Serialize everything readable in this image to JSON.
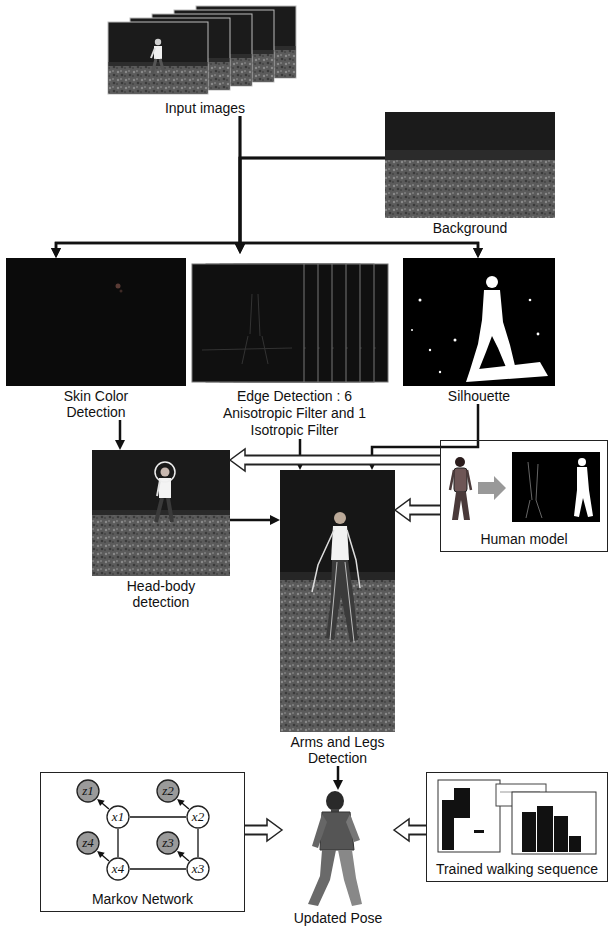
{
  "diagram": {
    "nodes": [
      {
        "text": [
          "Input images"
        ]
      },
      {
        "text": [
          "Background"
        ]
      },
      {
        "text": [
          "Skin Color Detection"
        ]
      },
      {
        "text": [
          "Edge Detection : 6 Anisotropic Filter and 1 Isotropic Filter"
        ]
      },
      {
        "text": [
          "Silhouette"
        ]
      },
      {
        "text": [
          "Human model"
        ]
      },
      {
        "text": [
          "Head-body detection"
        ]
      },
      {
        "text": [
          "Arms and Legs Detection"
        ]
      },
      {
        "text": [
          "Markov Network"
        ]
      },
      {
        "text": [
          "z1"
        ],
        "in": 8
      },
      {
        "text": [
          "z2"
        ],
        "in": 8
      },
      {
        "text": [
          "x1"
        ],
        "in": 8
      },
      {
        "text": [
          "x2"
        ],
        "in": 8
      },
      {
        "text": [
          "z4"
        ],
        "in": 8
      },
      {
        "text": [
          "z3"
        ],
        "in": 8
      },
      {
        "text": [
          "x4"
        ],
        "in": 8
      },
      {
        "text": [
          "x3"
        ],
        "in": 8
      },
      {
        "text": [
          "Trained walking sequence"
        ]
      },
      {
        "text": [
          "Updated Pose"
        ]
      }
    ],
    "edges": [
      {
        "from": 0,
        "to": 2,
        "arrow": "to"
      },
      {
        "from": 0,
        "to": 3,
        "arrow": "to"
      },
      {
        "from": 0,
        "to": 4,
        "arrow": "to"
      },
      {
        "from": 1,
        "to": 2,
        "arrow": "to"
      },
      {
        "from": 1,
        "to": 3,
        "arrow": "to"
      },
      {
        "from": 1,
        "to": 4,
        "arrow": "to"
      },
      {
        "from": 2,
        "to": 6,
        "arrow": "to"
      },
      {
        "from": 3,
        "to": 7,
        "arrow": "to"
      },
      {
        "from": 4,
        "to": 7,
        "arrow": "to"
      },
      {
        "from": 6,
        "to": 7,
        "arrow": "to"
      },
      {
        "from": 5,
        "to": 6,
        "arrow": "to"
      },
      {
        "from": 5,
        "to": 7,
        "arrow": "to"
      },
      {
        "from": 7,
        "to": 18,
        "arrow": "to"
      },
      {
        "from": 8,
        "to": 18,
        "arrow": "to"
      },
      {
        "from": 17,
        "to": 18,
        "arrow": "to"
      },
      {
        "from": 11,
        "to": 9,
        "arrow": "to"
      },
      {
        "from": 12,
        "to": 10,
        "arrow": "to"
      },
      {
        "from": 15,
        "to": 13,
        "arrow": "to"
      },
      {
        "from": 16,
        "to": 14,
        "arrow": "to"
      },
      {
        "from": 11,
        "to": 12,
        "arrow": "none"
      },
      {
        "from": 12,
        "to": 16,
        "arrow": "none"
      },
      {
        "from": 16,
        "to": 15,
        "arrow": "none"
      },
      {
        "from": 15,
        "to": 11,
        "arrow": "none"
      }
    ]
  }
}
